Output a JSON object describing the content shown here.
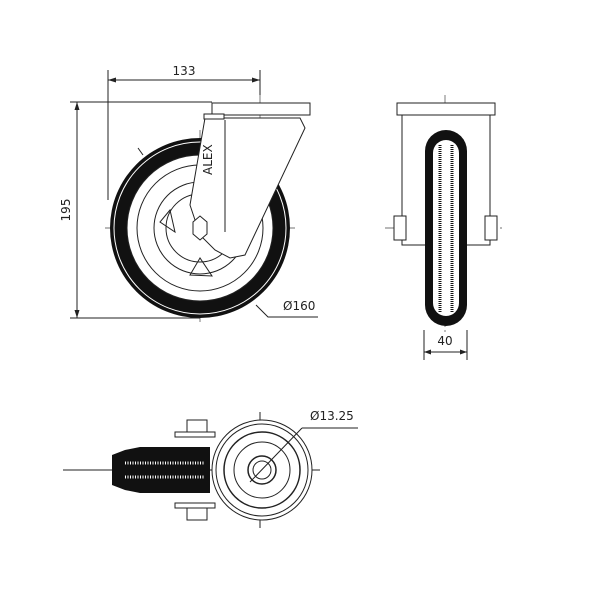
{
  "dimensions": {
    "front_width": "133",
    "front_height": "195",
    "wheel_diameter": "Ø160",
    "side_width": "40",
    "bore_diameter": "Ø13.25"
  },
  "logo_text": "ALEX"
}
